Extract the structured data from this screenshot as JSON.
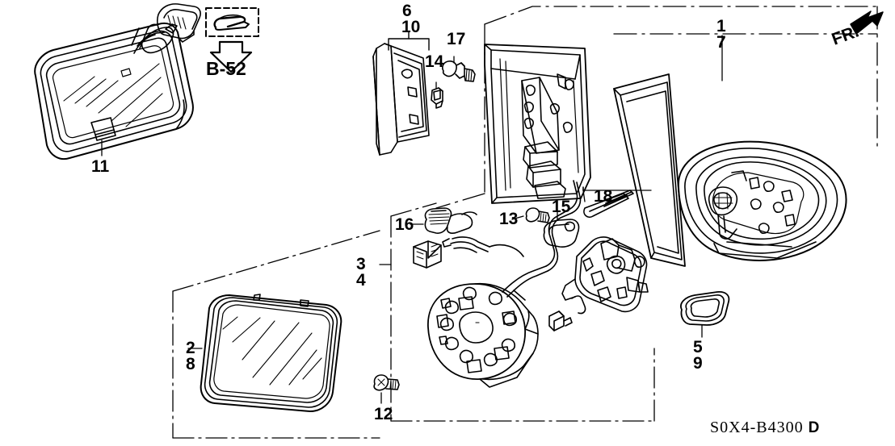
{
  "diagram": {
    "title": "Door Mirror / Rearview Mirror exploded parts diagram",
    "part_number": "S0X4-B4300",
    "part_number_suffix": "D",
    "reference_code": "B-52",
    "orientation_marker": "FR.",
    "line_color": "#000000",
    "background": "#ffffff"
  },
  "callouts": {
    "c1": "1",
    "c2": "2",
    "c3": "3",
    "c4": "4",
    "c5": "5",
    "c6": "6",
    "c7": "7",
    "c8": "8",
    "c9": "9",
    "c10": "10",
    "c11": "11",
    "c12": "12",
    "c13": "13",
    "c14": "14",
    "c15": "15",
    "c16": "16",
    "c17": "17",
    "c18": "18"
  },
  "parts": [
    {
      "ref": "1",
      "name": "mirror-housing-cover-right"
    },
    {
      "ref": "7",
      "name": "mirror-housing-cover-left"
    },
    {
      "ref": "2",
      "name": "mirror-glass-right"
    },
    {
      "ref": "8",
      "name": "mirror-glass-left"
    },
    {
      "ref": "3",
      "name": "mirror-actuator-set-right"
    },
    {
      "ref": "4",
      "name": "mirror-actuator-set-left"
    },
    {
      "ref": "5",
      "name": "mirror-gasket-right"
    },
    {
      "ref": "9",
      "name": "mirror-gasket-left"
    },
    {
      "ref": "6",
      "name": "mirror-base-garnish-right"
    },
    {
      "ref": "10",
      "name": "mirror-base-garnish-left"
    },
    {
      "ref": "11",
      "name": "rearview-mirror-assembly"
    },
    {
      "ref": "12",
      "name": "tapping-screw"
    },
    {
      "ref": "13",
      "name": "flange-screw"
    },
    {
      "ref": "14",
      "name": "garnish-clip"
    },
    {
      "ref": "15",
      "name": "harness-grommet"
    },
    {
      "ref": "16",
      "name": "mirror-wire-harness"
    },
    {
      "ref": "17",
      "name": "flange-bolt"
    },
    {
      "ref": "18",
      "name": "spring-clip"
    }
  ]
}
